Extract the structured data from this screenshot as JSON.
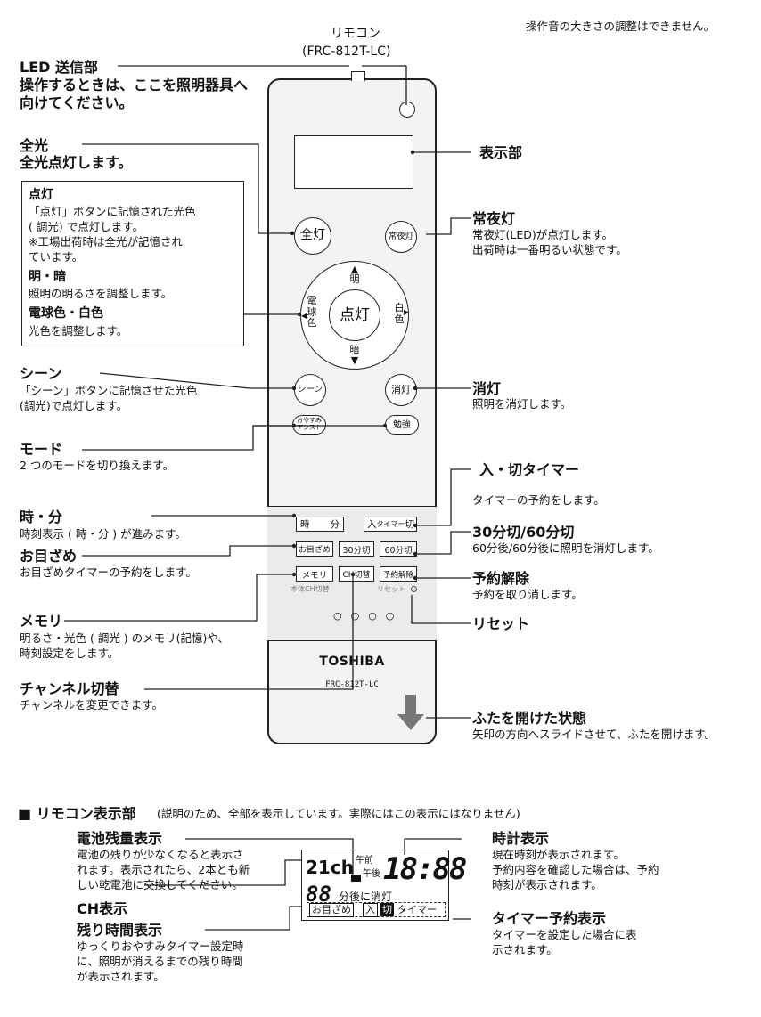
{
  "top_note": "操作音の大きさの調整はできません。",
  "remote_title_1": "リモコン",
  "remote_title_2": "(FRC-812T-LC)",
  "labels": {
    "led_title": "LED 送信部",
    "led_desc_1": "操作するときは、ここを照明器具へ",
    "led_desc_2": "向けてください。",
    "zenko_title": "全光",
    "zenko_desc": "全光点灯します。",
    "box_title_1": "点灯",
    "box_desc_1": "「点灯」ボタンに記憶された光色",
    "box_desc_2": "( 調光) で点灯します。",
    "box_desc_3": "※工場出荷時は全光が記憶され",
    "box_desc_4": "ています。",
    "box_title_2": "明・暗",
    "box_desc_5": "照明の明るさを調整します。",
    "box_title_3": "電球色・白色",
    "box_desc_6": "光色を調整します。",
    "scene_title": "シーン",
    "scene_desc_1": "「シーン」ボタンに記憶させた光色",
    "scene_desc_2": "(調光)で点灯します。",
    "mode_title": "モード",
    "mode_desc": "2 つのモードを切り換えます。",
    "jifun_title": "時・分",
    "jifun_desc": "時刻表示 ( 時・分 ) が進みます。",
    "omezame_title": "お目ざめ",
    "omezame_desc": "お目ざめタイマーの予約をします。",
    "memory_title": "メモリ",
    "memory_desc_1": "明るさ・光色 ( 調光 ) のメモリ(記憶)や、",
    "memory_desc_2": "時刻設定をします。",
    "channel_title": "チャンネル切替",
    "channel_desc": "チャンネルを変更できます。",
    "display_title": "表示部",
    "joyato_title": "常夜灯",
    "joyato_desc_1": "常夜灯(LED)が点灯します。",
    "joyato_desc_2": "出荷時は一番明るい状態です。",
    "shoto_title": "消灯",
    "shoto_desc": "照明を消灯します。",
    "timer_title": "入・切タイマー",
    "timer_desc": "タイマーの予約をします。",
    "min_title": "30分切/60分切",
    "min_desc": "60分後/60分後に照明を消灯します。",
    "cancel_title": "予約解除",
    "cancel_desc": "予約を取り消します。",
    "reset_title": "リセット",
    "lid_title": "ふたを開けた状態",
    "lid_desc": "矢印の方向へスライドさせて、ふたを開けます。"
  },
  "buttons": {
    "zento": "全灯",
    "joyato": "常夜灯",
    "mei": "明",
    "an": "暗",
    "denkyu": "電\n球\n色",
    "hakushoku": "白\n色",
    "tento": "点灯",
    "scene": "シーン",
    "shoto": "消灯",
    "oyasumi_1": "おやすみ",
    "oyasumi_2": "アシスト",
    "benkyo": "勉強",
    "ji": "時",
    "fun": "分",
    "iri": "入",
    "timer": "タイマー",
    "kiri": "切",
    "omezame": "お目ざめ",
    "min30": "30分切",
    "min60": "60分切",
    "memory": "メモリ",
    "ch": "CH切替",
    "yoyaku": "予約解除",
    "honbody_ch": "本体CH切替",
    "reset": "リセット"
  },
  "brand": "TOSHIBA",
  "model": "FRC-812T-LC",
  "section_title": "■ リモコン表示部",
  "section_note": "(説明のため、全部を表示しています。実際にはこの表示にはなりません)",
  "lcd_labels": {
    "battery_title": "電池残量表示",
    "battery_desc_1": "電池の残りが少なくなると表示さ",
    "battery_desc_2": "れます。表示されたら、2本とも新",
    "battery_desc_3": "しい乾電池に交換してください。",
    "ch_title": "CH表示",
    "remain_title": "残り時間表示",
    "remain_desc_1": "ゆっくりおやすみタイマー設定時",
    "remain_desc_2": "に、照明が消えるまでの残り時間",
    "remain_desc_3": "が表示されます。",
    "clock_title": "時計表示",
    "clock_desc_1": "現在時刻が表示されます。",
    "clock_desc_2": "予約内容を確認した場合は、予約",
    "clock_desc_3": "時刻が表示されます。",
    "timer_title": "タイマー予約表示",
    "timer_desc_1": "タイマーを設定した場合に表",
    "timer_desc_2": "示されます。"
  },
  "lcd": {
    "ch": "21ch",
    "am": "午前",
    "pm": "午後",
    "clock": "18:88",
    "remain": "88",
    "remain_unit": "分後に消灯",
    "omezame": "お目ざめ",
    "iri": "入",
    "kiri": "切",
    "timer": "タイマー"
  }
}
